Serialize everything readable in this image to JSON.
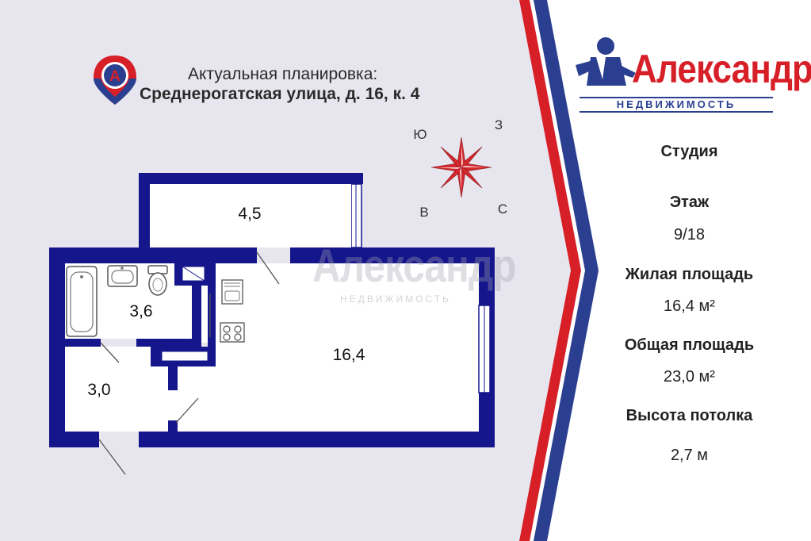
{
  "header": {
    "line1": "Актуальная планировка:",
    "line2": "Среднерогатская улица, д. 16, к. 4"
  },
  "location_pin": {
    "letter": "А",
    "icon": "map-pin-icon"
  },
  "compass": {
    "south": "Ю",
    "west": "З",
    "north": "С",
    "east": "В"
  },
  "rooms": {
    "balcony": "4,5",
    "bathroom": "3,6",
    "hallway": "3,0",
    "living": "16,4"
  },
  "logo": {
    "name": "Александр",
    "subtitle": "НЕДВИЖИМОСТЬ"
  },
  "watermark": {
    "name": "Александр",
    "subtitle": "НЕДВИЖИМОСТЬ"
  },
  "panel": {
    "type": "Студия",
    "floor_label": "Этаж",
    "floor_value": "9/18",
    "living_area_label": "Жилая площадь",
    "living_area_value": "16,4 м²",
    "total_area_label": "Общая площадь",
    "total_area_value": "23,0 м²",
    "ceiling_label": "Высота потолка",
    "ceiling_value": "2,7 м"
  },
  "colors": {
    "background_left": "#e7e6ef",
    "wall": "#16168c",
    "red_stripe": "#d71f28",
    "blue_stripe": "#2b3f91",
    "compass_red": "#d4272e"
  }
}
